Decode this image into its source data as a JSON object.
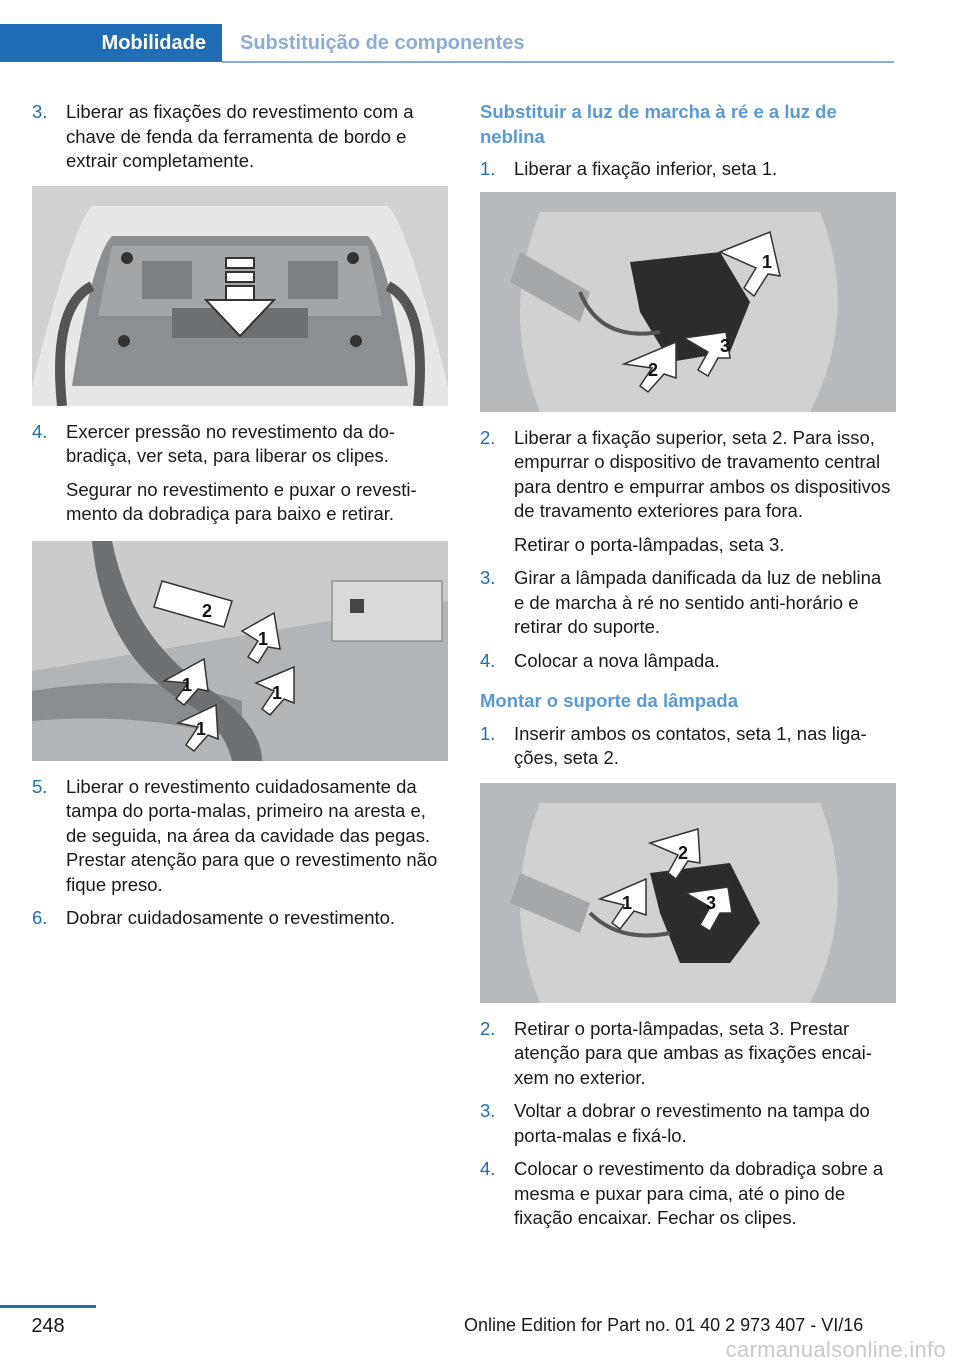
{
  "header": {
    "section": "Mobilidade",
    "chapter": "Substituição de componentes"
  },
  "left": {
    "step3_num": "3.",
    "step3_text": "Liberar as fixações do revestimento com a chave de fenda da ferramenta de bordo e extrair completamente.",
    "step4_num": "4.",
    "step4_text": "Exercer pressão no revestimento da do­bradiça, ver seta, para liberar os clipes.",
    "step4_text2": "Segurar no revestimento e puxar o revesti­mento da dobradiça para baixo e retirar.",
    "step5_num": "5.",
    "step5_text": "Liberar o revestimento cuidadosamente da tampa do porta-malas, primeiro na aresta e, de seguida, na área da cavidade das pe­gas. Prestar atenção para que o revesti­mento não fique preso.",
    "step6_num": "6.",
    "step6_text": "Dobrar cuidadosamente o revestimento.",
    "fig2_labels": [
      "2",
      "1",
      "1",
      "1",
      "1"
    ]
  },
  "right": {
    "heading1": "Substituir a luz de marcha à ré e a luz de neblina",
    "s1_num": "1.",
    "s1_text": "Liberar a fixação inferior, seta 1.",
    "fig3_labels": [
      "1",
      "2",
      "3"
    ],
    "s2_num": "2.",
    "s2_text": "Liberar a fixação superior, seta 2. Para isso, empurrar o dispositivo de travamento cen­tral para dentro e empurrar ambos os dis­positivos de travamento exteriores para fora.",
    "s2_text2": "Retirar o porta-lâmpadas, seta 3.",
    "s3_num": "3.",
    "s3_text": "Girar a lâmpada danificada da luz de ne­blina e de marcha à ré no sentido anti-ho­rário e retirar do suporte.",
    "s4_num": "4.",
    "s4_text": "Colocar a nova lâmpada.",
    "heading2": "Montar o suporte da lâmpada",
    "m1_num": "1.",
    "m1_text": "Inserir ambos os contatos, seta 1, nas liga­ções, seta 2.",
    "fig4_labels": [
      "2",
      "1",
      "3"
    ],
    "m2_num": "2.",
    "m2_text": "Retirar o porta-lâmpadas, seta 3. Prestar atenção para que ambas as fixações encai­xem no exterior.",
    "m3_num": "3.",
    "m3_text": "Voltar a dobrar o revestimento na tampa do porta-malas e fixá-lo.",
    "m4_num": "4.",
    "m4_text": "Colocar o revestimento da dobradiça sobre a mesma e puxar para cima, até o pino de fixação encaixar. Fechar os clipes."
  },
  "footer": {
    "page": "248",
    "edition": "Online Edition for Part no. 01 40 2 973 407 - VI/16",
    "watermark": "carmanualsonline.info"
  }
}
